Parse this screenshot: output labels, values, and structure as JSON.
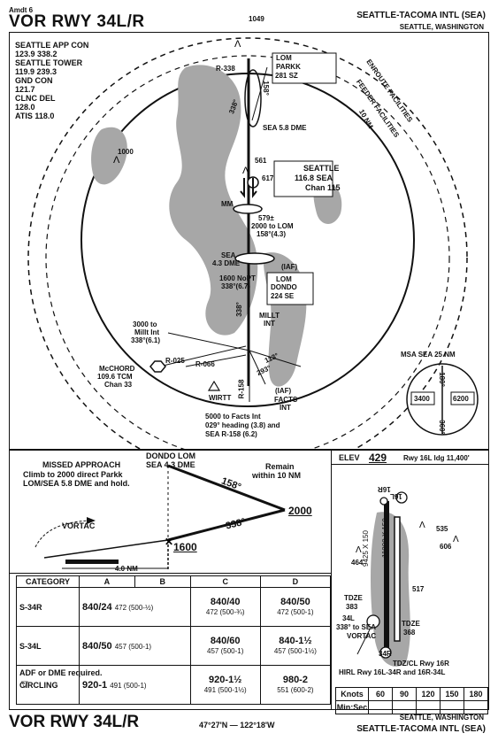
{
  "header": {
    "amendment": "Amdt 6",
    "title": "VOR RWY 34L/R",
    "airport": "SEATTLE-TACOMA INTL (SEA)",
    "city": "SEATTLE, WASHINGTON"
  },
  "frequencies": [
    "SEATTLE APP CON",
    "123.9  338.2",
    "SEATTLE TOWER",
    "119.9  239.3",
    "GND CON",
    "121.7",
    "CLNC DEL",
    "128.0",
    "ATIS 118.0"
  ],
  "plan": {
    "enroute_facilities": "ENROUTE FACILITIES",
    "feeder_facilities": "FEEDER FACILITIES",
    "ring_label": "10 NM",
    "elev_1049": "1049",
    "elev_1000": "1000",
    "elev_561": "561",
    "elev_617": "617",
    "elev_579": "579±",
    "r338": "R-338",
    "bearing_338_top": "338°",
    "bearing_158_top": "158°",
    "lom_parkk_l1": "LOM",
    "lom_parkk_l2": "PARKK",
    "lom_parkk_l3": "281  SZ",
    "sea_58_dme": "SEA 5.8 DME",
    "vor_name": "SEATTLE",
    "vor_freq": "116.8 SEA",
    "vor_chan": "Chan 115",
    "mm": "MM",
    "to_lom_l1": "2000 to LOM",
    "to_lom_l2": "158°(4.3)",
    "sea43_l1": "SEA",
    "sea43_l2": "4.3 DME",
    "nopt_l1": "1600 NoPT",
    "nopt_l2": "338°(6.7)",
    "iaf": "(IAF)",
    "dondo_l1": "LOM",
    "dondo_l2": "DONDO",
    "dondo_l3": "224  SE",
    "course_338": "338°",
    "millt_l1": "MILLT",
    "millt_l2": "INT",
    "millt_to_l1": "3000 to",
    "millt_to_l2": "Millt Int",
    "millt_to_l3": "338°(6.1)",
    "mcchord_l1": "McCHORD",
    "mcchord_l2": "109.6 TCM",
    "mcchord_l3": "Chan 33",
    "r025": "R-025",
    "r066": "R-066",
    "r158": "R-158",
    "r113": "113°",
    "r293": "293°",
    "wirtt": "WIRTT",
    "facts_iaf": "(IAF)",
    "facts_l1": "FACTS",
    "facts_l2": "INT",
    "facts_to_l1": "5000 to Facts Int",
    "facts_to_l2": "029° heading (3.8) and",
    "facts_to_l3": "SEA R-158 (6.2)",
    "msa_label": "MSA SEA 25 NM",
    "msa_180": "180°",
    "msa_360": "360°",
    "msa_3400": "3400",
    "msa_6200": "6200"
  },
  "profile": {
    "missed_title": "MISSED APPROACH",
    "missed_l1": "Climb to 2000 direct Parkk",
    "missed_l2": "LOM/SEA 5.8 DME and hold.",
    "dondo_l1": "DONDO LOM",
    "dondo_l2": "SEA 4.3 DME",
    "remain_l1": "Remain",
    "remain_l2": "within 10 NM",
    "hold_158": "158°",
    "hold_338": "338°",
    "alt_2000": "2000",
    "alt_1600": "1600",
    "vortac": "VORTAC",
    "dist": "4.0 NM"
  },
  "minimums": {
    "headers": [
      "CATEGORY",
      "A",
      "B",
      "C",
      "D"
    ],
    "s34r": {
      "label": "S-34R",
      "ab_main": "840/24",
      "ab_sub": "472 (500-½)",
      "c_main": "840/40",
      "c_sub": "472 (500-¾)",
      "d_main": "840/50",
      "d_sub": "472 (500-1)"
    },
    "s34l": {
      "label": "S-34L",
      "ab_main": "840/50",
      "ab_sub": "457 (500-1)",
      "c_main": "840/60",
      "c_sub": "457 (500-1)",
      "d_main": "840-1½",
      "d_sub": "457 (500-1½)"
    },
    "circling": {
      "label": "CIRCLING",
      "ab_main": "920-1",
      "ab_sub": "491 (500-1)",
      "c_main": "920-1½",
      "c_sub": "491 (500-1½)",
      "d_main": "980-2",
      "d_sub": "551 (600-2)"
    },
    "note": "ADF or DME required."
  },
  "airport": {
    "elev_label": "ELEV",
    "elev_value": "429",
    "rwy_ldg": "Rwy 16L ldg 11,400'",
    "l16r": "16R",
    "l16l": "16L",
    "e535": "535",
    "e464": "464",
    "e606": "606",
    "e517": "517",
    "tdze_l_label": "TDZE",
    "tdze_l_value": "383",
    "tdze_r_label": "TDZE",
    "tdze_r_value": "368",
    "r34l": "34L",
    "r34r": "34R",
    "to_sea_l1": "338° to SEA",
    "to_sea_l2": "VORTAC",
    "dim_l": "9425 X 150",
    "dim_r": "11900 X 150",
    "tdz": "TDZ/CL Rwy 16R",
    "hirl": "HIRL Rwy 16L-34R and 16R-34L"
  },
  "speeds": {
    "knots_label": "Knots",
    "minsec_label": "Min:Sec",
    "values": [
      "60",
      "90",
      "120",
      "150",
      "180"
    ]
  },
  "footer": {
    "title": "VOR RWY 34L/R",
    "coords": "47°27'N — 122°18'W",
    "city": "SEATTLE, WASHINGTON",
    "airport": "SEATTLE-TACOMA INTL (SEA)"
  },
  "colors": {
    "ink": "#111111",
    "terrain": "#a7a7a7"
  }
}
